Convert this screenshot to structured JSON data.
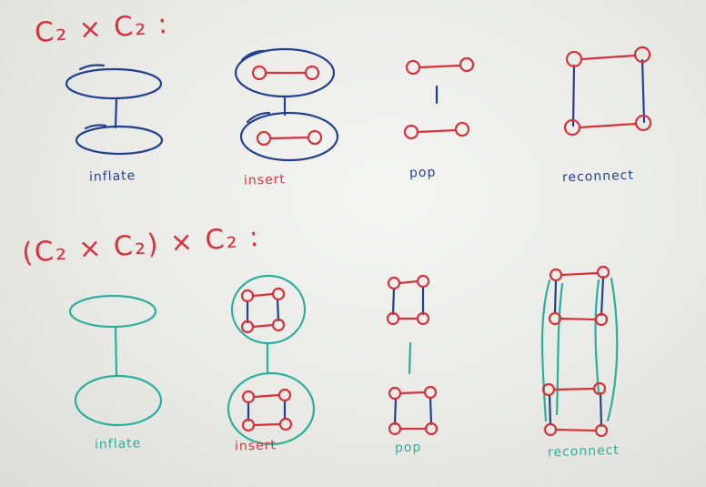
{
  "row1": {
    "heading": "C₂ × C₂ :",
    "labels": [
      "inflate",
      "insert",
      "pop",
      "reconnect"
    ]
  },
  "row2": {
    "heading": "(C₂ × C₂) × C₂ :",
    "labels": [
      "inflate",
      "insert",
      "pop",
      "reconnect"
    ]
  },
  "colors": {
    "red": "#d6323c",
    "blue": "#23408f",
    "teal": "#2bae9c",
    "board": "#eceee9"
  }
}
